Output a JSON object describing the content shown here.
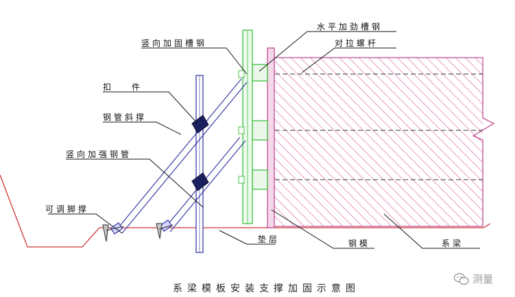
{
  "labels": {
    "vertical_reinforce_channel": "竖向加固槽钢",
    "horizontal_stiffener_channel": "水平加劲槽钢",
    "tie_bolt": "对拉螺杆",
    "fastener": "扣件",
    "steel_pipe_brace": "钢管斜撑",
    "vertical_reinforce_pipe": "竖向加强钢管",
    "adjustable_jack": "可调脚撑",
    "cushion_layer": "垫层",
    "steel_formwork": "钢模",
    "tie_beam": "系梁"
  },
  "caption": "系梁模板安装支撑加固示意图",
  "watermark": {
    "text": "测量",
    "icon": "wechat-icon"
  },
  "colors": {
    "beam_hatch": "#d45aa0",
    "channel_green": "#3fbf3f",
    "pipe_blue": "#3a3aa8",
    "ground_red": "#cc3333",
    "leader": "#111111"
  }
}
